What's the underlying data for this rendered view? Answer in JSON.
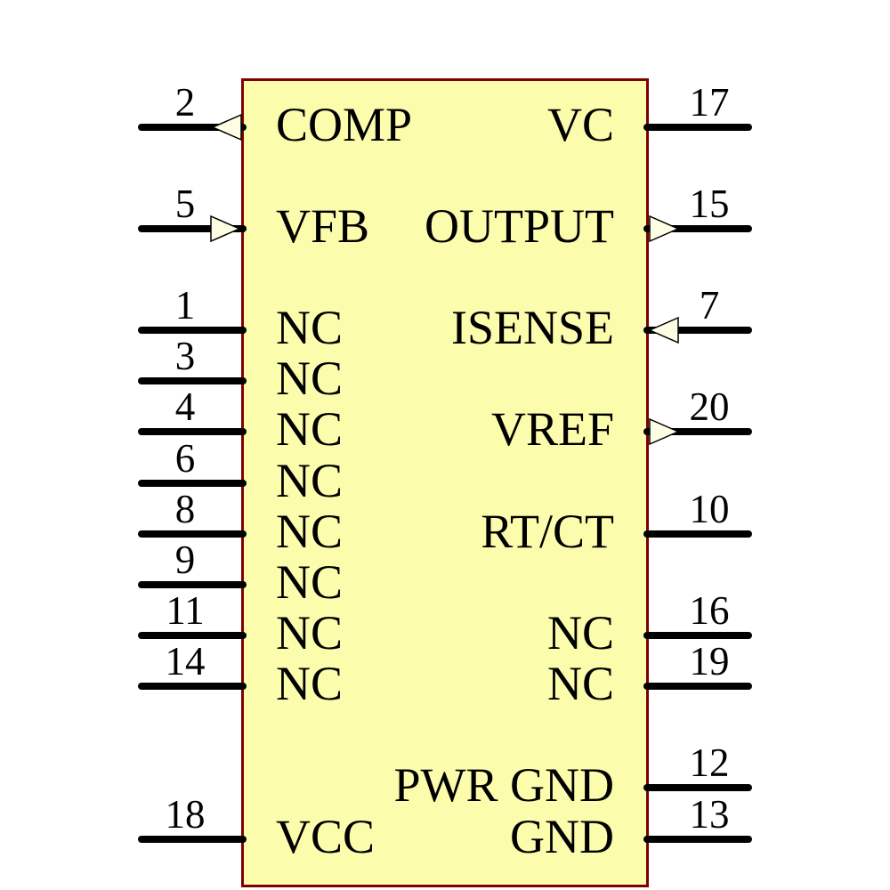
{
  "component": {
    "kind": "ic-schematic-symbol",
    "fill_color": "#FCFCAD",
    "border_color": "#7F0000",
    "arrow_fill_color": "#FEFEE4",
    "line_color": "#000000",
    "text_color": "#000000"
  },
  "pins": [
    {
      "number": "2",
      "label": "COMP",
      "side": "left",
      "row": 0,
      "arrow": "out"
    },
    {
      "number": "5",
      "label": "VFB",
      "side": "left",
      "row": 2,
      "arrow": "in"
    },
    {
      "number": "1",
      "label": "NC",
      "side": "left",
      "row": 4,
      "arrow": "none"
    },
    {
      "number": "3",
      "label": "NC",
      "side": "left",
      "row": 5,
      "arrow": "none"
    },
    {
      "number": "4",
      "label": "NC",
      "side": "left",
      "row": 6,
      "arrow": "none"
    },
    {
      "number": "6",
      "label": "NC",
      "side": "left",
      "row": 7,
      "arrow": "none"
    },
    {
      "number": "8",
      "label": "NC",
      "side": "left",
      "row": 8,
      "arrow": "none"
    },
    {
      "number": "9",
      "label": "NC",
      "side": "left",
      "row": 9,
      "arrow": "none"
    },
    {
      "number": "11",
      "label": "NC",
      "side": "left",
      "row": 10,
      "arrow": "none"
    },
    {
      "number": "14",
      "label": "NC",
      "side": "left",
      "row": 11,
      "arrow": "none"
    },
    {
      "number": "18",
      "label": "VCC",
      "side": "left",
      "row": 14,
      "arrow": "none"
    },
    {
      "number": "17",
      "label": "VC",
      "side": "right",
      "row": 0,
      "arrow": "none"
    },
    {
      "number": "15",
      "label": "OUTPUT",
      "side": "right",
      "row": 2,
      "arrow": "out"
    },
    {
      "number": "7",
      "label": "ISENSE",
      "side": "right",
      "row": 4,
      "arrow": "in"
    },
    {
      "number": "20",
      "label": "VREF",
      "side": "right",
      "row": 6,
      "arrow": "out"
    },
    {
      "number": "10",
      "label": "RT/CT",
      "side": "right",
      "row": 8,
      "arrow": "none"
    },
    {
      "number": "16",
      "label": "NC",
      "side": "right",
      "row": 10,
      "arrow": "none"
    },
    {
      "number": "19",
      "label": "NC",
      "side": "right",
      "row": 11,
      "arrow": "none"
    },
    {
      "number": "12",
      "label": "PWR GND",
      "side": "right",
      "row": 13,
      "arrow": "none"
    },
    {
      "number": "13",
      "label": "GND",
      "side": "right",
      "row": 14,
      "arrow": "none"
    }
  ]
}
